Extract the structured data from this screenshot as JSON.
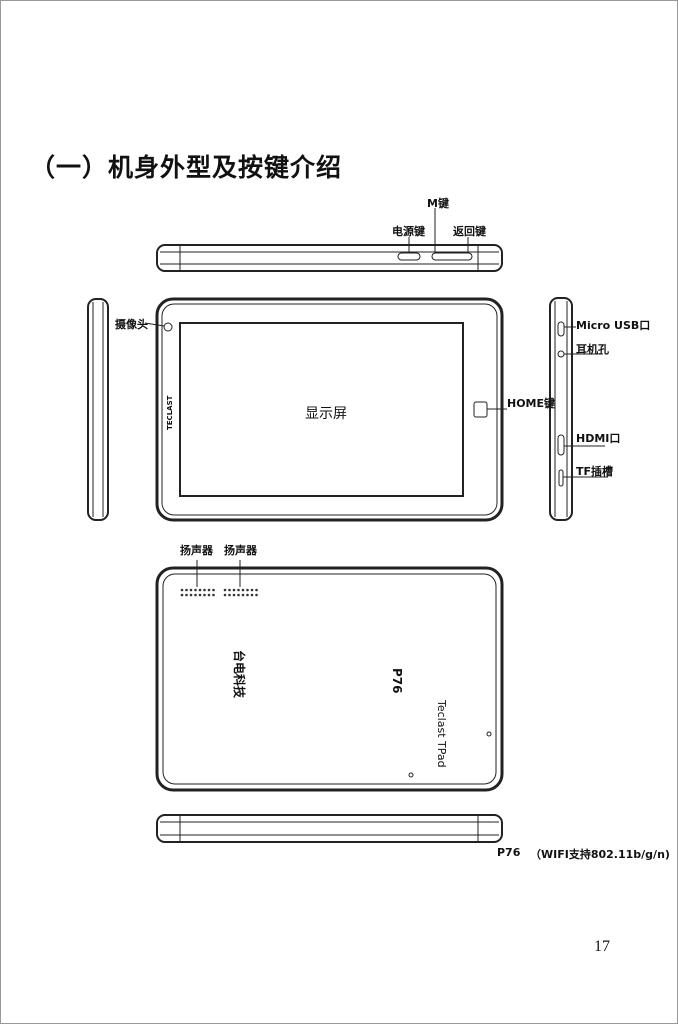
{
  "heading": "（一）机身外型及按键介绍",
  "labels": {
    "m_key": "M键",
    "power_key": "电源键",
    "back_key": "返回键",
    "camera": "摄像头",
    "screen": "显示屏",
    "home_key": "HOME键",
    "micro_usb": "Micro USB口",
    "earphone": "耳机孔",
    "hdmi": "HDMI口",
    "tf_slot": "TF插槽",
    "speaker_1": "扬声器",
    "speaker_2": "扬声器"
  },
  "device": {
    "front_brand": "TECLAST",
    "back_brand": "台电科技",
    "back_product": "Teclast TPad",
    "back_model": "P76"
  },
  "caption": {
    "model": "P76",
    "wifi": "（WIFI支持802.11b/g/n)"
  },
  "page_number": "17"
}
